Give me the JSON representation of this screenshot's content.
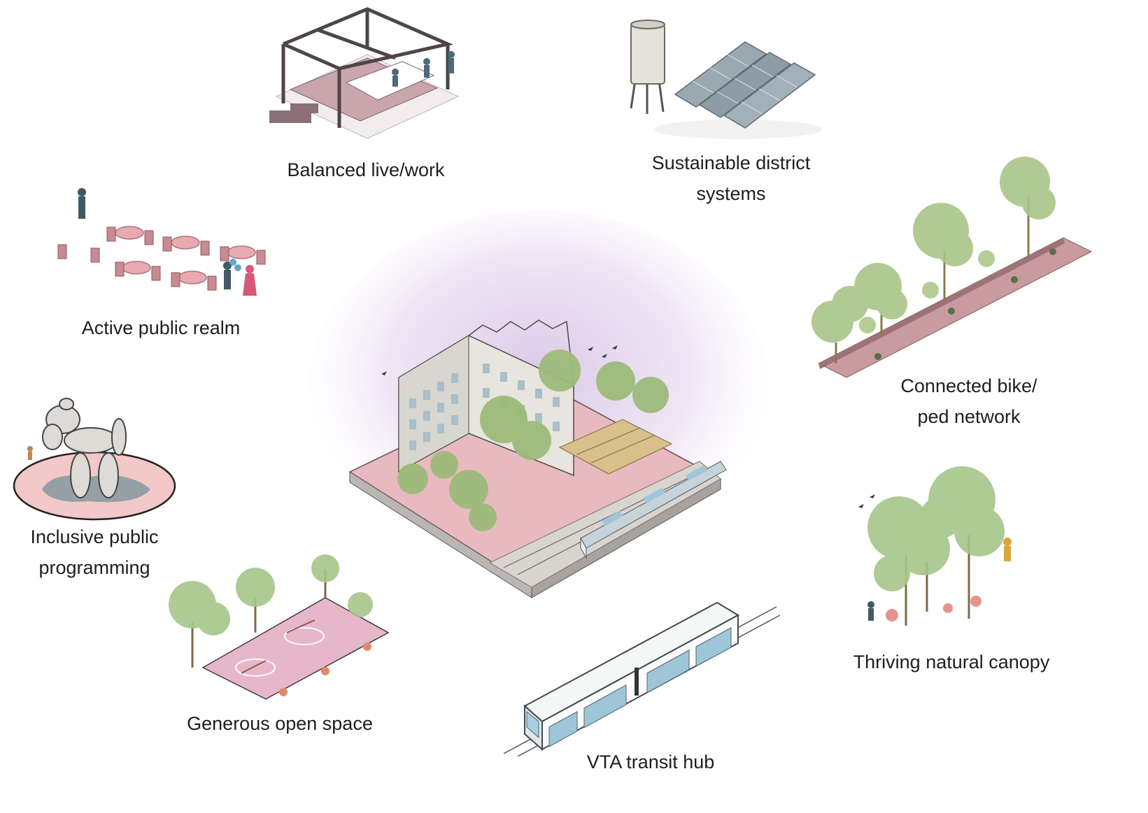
{
  "labels": {
    "balanced": "Balanced live/work",
    "sustainable_1": "Sustainable district",
    "sustainable_2": "systems",
    "active": "Active public realm",
    "bike_1": "Connected bike/",
    "bike_2": "ped network",
    "inclusive_1": "Inclusive public",
    "inclusive_2": "programming",
    "canopy": "Thriving natural canopy",
    "open_space": "Generous open space",
    "transit": "VTA transit hub"
  },
  "colors": {
    "pink_paving": "#e9b9c0",
    "lavender_haze": "#d9c6e6",
    "foliage": "#9dbb7a",
    "building": "#e7e5dd",
    "structure": "#6b5a5e",
    "solar_panel": "#8e9ca6",
    "rail_glass": "#9fc6d8"
  }
}
